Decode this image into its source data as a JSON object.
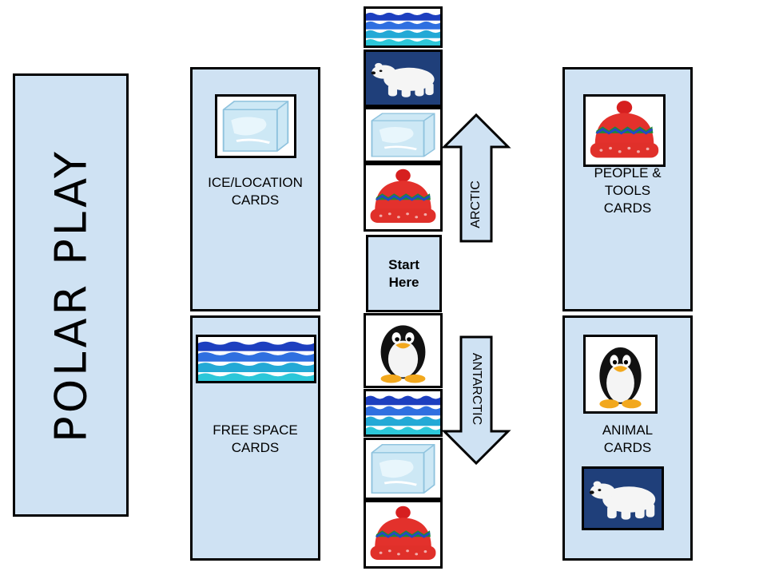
{
  "title": "POLAR PLAY",
  "decks": {
    "ice_location": "ICE/LOCATION\nCARDS",
    "people_tools": "PEOPLE &\nTOOLS\nCARDS",
    "free_space": "FREE SPACE\nCARDS",
    "animal": "ANIMAL\nCARDS"
  },
  "path": {
    "start_label": "Start\nHere",
    "tiles": [
      "water-icon",
      "polar-bear-icon",
      "ice-cube-icon",
      "winter-hat-icon",
      "start",
      "penguin-icon",
      "water-icon",
      "ice-cube-icon",
      "winter-hat-icon"
    ]
  },
  "arrows": {
    "up_label": "ARCTIC",
    "down_label": "ANTARCTIC"
  },
  "colors": {
    "card_fill": "#cfe2f3",
    "border": "#000000",
    "hat_red": "#e0302a",
    "water_blue": "#2a5bd7",
    "ice_blue": "#cfe9f7"
  }
}
